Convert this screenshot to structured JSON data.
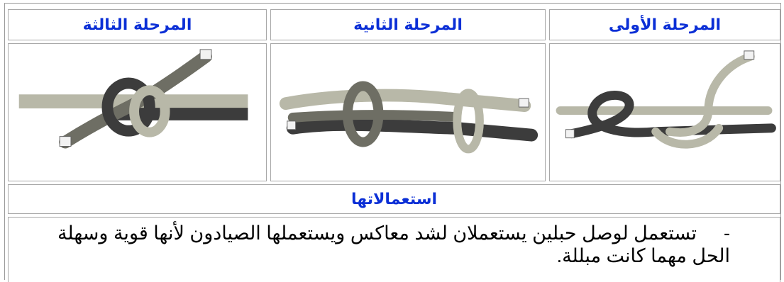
{
  "stages": [
    {
      "label": "المرحلة الأولى"
    },
    {
      "label": "المرحلة الثانية"
    },
    {
      "label": "المرحلة الثالثة"
    }
  ],
  "uses": {
    "title": "استعمالاتها",
    "bullet": "-",
    "text": "تستعمل لوصل حبلين يستعملان لشد معاكس ويستعملها الصيادون لأنها قوية وسهلة الحل مهما كانت مبللة."
  },
  "colors": {
    "heading": "#0b2fd6",
    "rope_light": "#b8b8a8",
    "rope_dark": "#3c3c3c",
    "rope_mid": "#6e6e64"
  }
}
